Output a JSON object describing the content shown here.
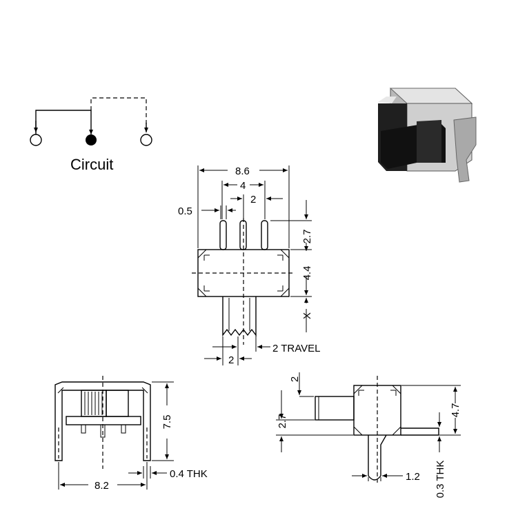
{
  "circuit": {
    "label": "Circuit"
  },
  "top_view": {
    "width": "8.6",
    "pin_span": "4",
    "pin_pitch": "2",
    "pin_width": "0.5",
    "pin_length": "2.7",
    "body_height": "4.4",
    "actuator_ext": "X",
    "actuator_width": "2",
    "travel": "2 TRAVEL"
  },
  "front_view": {
    "height": "7.5",
    "width": "8.2",
    "thickness": "0.4 THK"
  },
  "side_view": {
    "actuator_offset": "2",
    "actuator_height": "2.7",
    "height": "4.7",
    "pin_width": "1.2",
    "thickness": "0.3 THK"
  }
}
